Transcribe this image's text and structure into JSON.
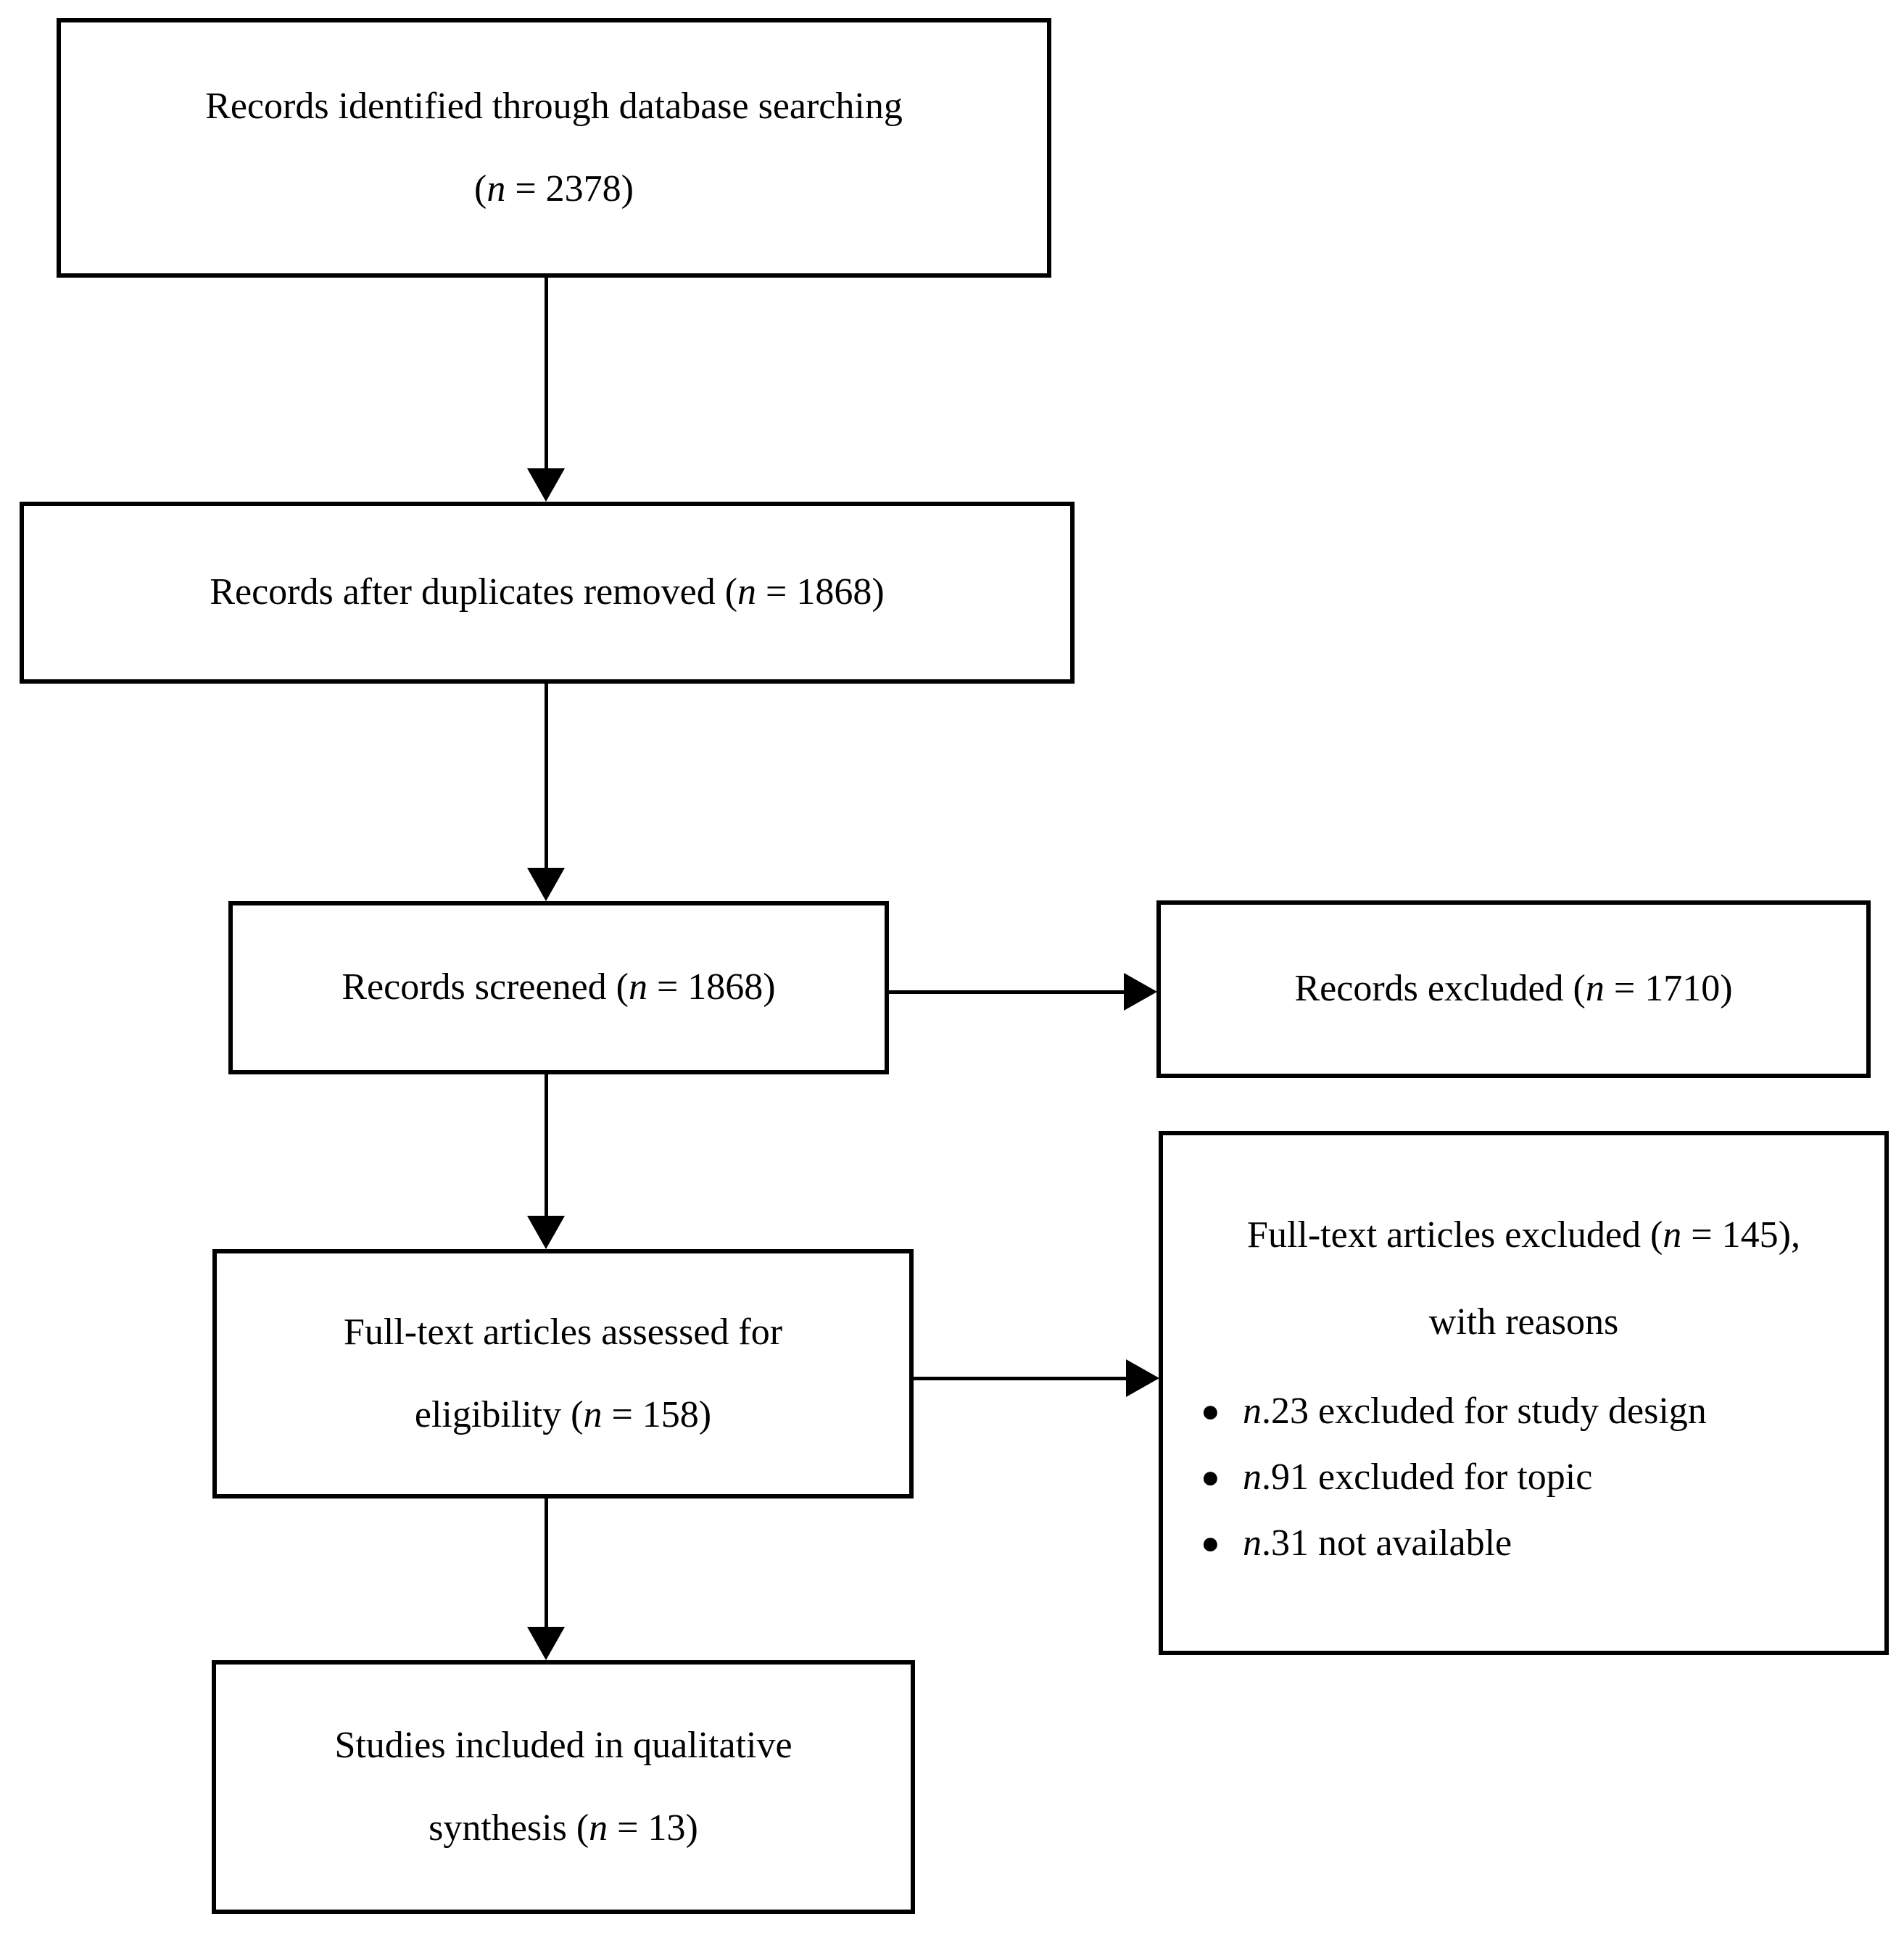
{
  "colors": {
    "background": "#ffffff",
    "border": "#000000",
    "text": "#000000"
  },
  "boxes": {
    "identified": {
      "line1": "Records identified through database searching",
      "count_pre": "(",
      "n_symbol": "n",
      "count_post": " = 2378)"
    },
    "deduplicated": {
      "pre": "Records after duplicates removed (",
      "n_symbol": "n",
      "post": " = 1868)"
    },
    "screened": {
      "pre": "Records screened (",
      "n_symbol": "n",
      "post": " = 1868)"
    },
    "excluded": {
      "pre": "Records excluded (",
      "n_symbol": "n",
      "post": " = 1710)"
    },
    "fulltext": {
      "line1": "Full-text articles assessed for",
      "line2_pre": "eligibility (",
      "n_symbol": "n",
      "line2_post": " = 158)"
    },
    "reasons": {
      "title_pre": "Full-text articles excluded (",
      "n_symbol": "n",
      "title_post": " = 145),",
      "subtitle": "with reasons",
      "bullet_char": "●",
      "bullets": [
        {
          "n_symbol": "n",
          "text": ".23 excluded for study design"
        },
        {
          "n_symbol": "n",
          "text": ".91 excluded for topic"
        },
        {
          "n_symbol": "n",
          "text": ".31 not available"
        }
      ]
    },
    "included": {
      "line1": "Studies included in qualitative",
      "line2_pre": "synthesis (",
      "n_symbol": "n",
      "line2_post": " = 13)"
    }
  }
}
